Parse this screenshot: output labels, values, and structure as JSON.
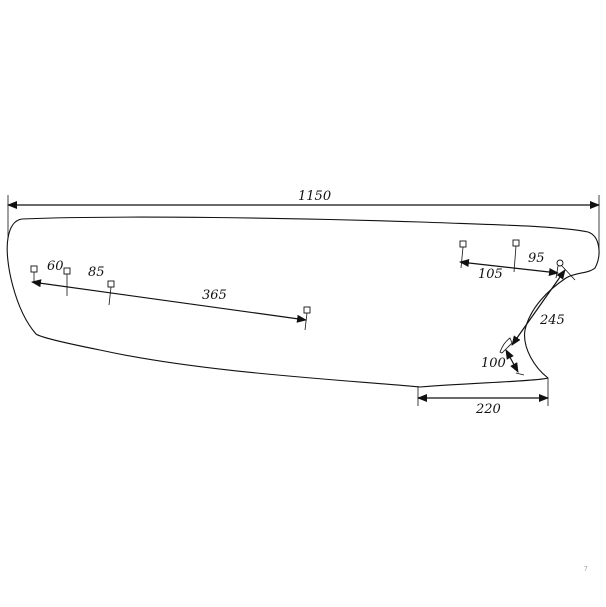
{
  "diagram": {
    "dimensions": {
      "overall_length": "1150",
      "segment_60": "60",
      "segment_85": "85",
      "segment_365": "365",
      "segment_105": "105",
      "segment_95": "95",
      "segment_245": "245",
      "segment_100": "100",
      "base_220": "220"
    },
    "corner_mark": "7"
  }
}
